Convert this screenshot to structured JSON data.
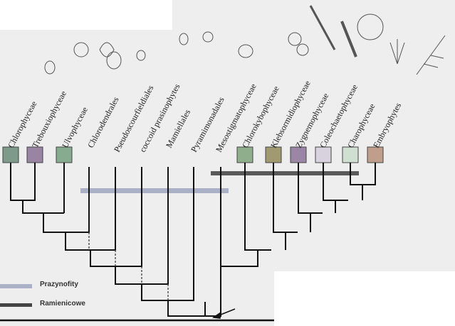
{
  "taxa": [
    {
      "name": "Chlorophyceae",
      "color": "#7d9a8a"
    },
    {
      "name": "Trebouxiophyceae",
      "color": "#9a84a4"
    },
    {
      "name": "Ulvophyceae",
      "color": "#86ab8e"
    },
    {
      "name": "Chlorodendrales",
      "color": null
    },
    {
      "name": "Pseudoscourfieldiales",
      "color": null
    },
    {
      "name": "coccoid prasinophytes",
      "color": null
    },
    {
      "name": "Mamiellales",
      "color": null
    },
    {
      "name": "Pyramimonadales",
      "color": null
    },
    {
      "name": "Mesostigmatophyceae",
      "color": null
    },
    {
      "name": "Chlorokybophyceae",
      "color": "#8fae8c"
    },
    {
      "name": "Klebsormidiophyceae",
      "color": "#a19a70"
    },
    {
      "name": "Zygnemophyceae",
      "color": "#9b86a6"
    },
    {
      "name": "Coleochaetophyceae",
      "color": "#d7d2de"
    },
    {
      "name": "Charophyceae",
      "color": "#cfe0d2"
    },
    {
      "name": "Embryophytes",
      "color": "#bf9f8c"
    }
  ],
  "legend": [
    {
      "label": "Prazynofity",
      "color": "#aab0c6"
    },
    {
      "label": "Ramienicowe",
      "color": "#555555"
    }
  ]
}
